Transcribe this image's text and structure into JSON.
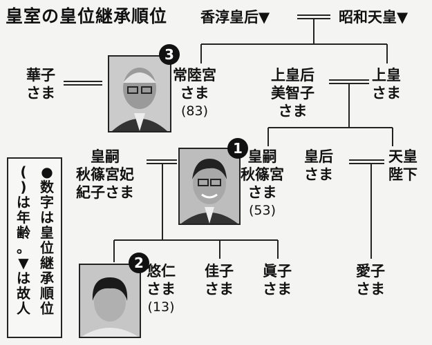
{
  "title": "皇室の皇位継承順位",
  "people": {
    "kojun": "香淳皇后▼",
    "showa": "昭和天皇▼",
    "hanako": [
      "華子",
      "さま"
    ],
    "hitachi": [
      "常陸宮",
      "さま",
      "(83)"
    ],
    "michiko": [
      "上皇后",
      "美智子",
      "さま"
    ],
    "joko": [
      "上皇",
      "さま"
    ],
    "kiko": [
      "皇嗣",
      "秋篠宮妃",
      "紀子さま"
    ],
    "akishino": [
      "皇嗣",
      "秋篠宮",
      "さま",
      "(53)"
    ],
    "kogo": [
      "皇后",
      "さま"
    ],
    "tenno": [
      "天皇",
      "陛下"
    ],
    "hisahito": [
      "悠仁",
      "さま",
      "(13)"
    ],
    "kako": [
      "佳子",
      "さま"
    ],
    "mako": [
      "眞子",
      "さま"
    ],
    "aiko": [
      "愛子",
      "さま"
    ]
  },
  "badges": {
    "hitachi": "3",
    "akishino": "1",
    "hisahito": "2"
  },
  "legend": {
    "col1": [
      "●",
      "数",
      "字",
      "は",
      "皇",
      "位",
      "継",
      "承",
      "順",
      "位"
    ],
    "col2": [
      "(",
      ")",
      "は",
      "年",
      "齢",
      "。",
      "▼",
      "は",
      "故",
      "人"
    ]
  }
}
